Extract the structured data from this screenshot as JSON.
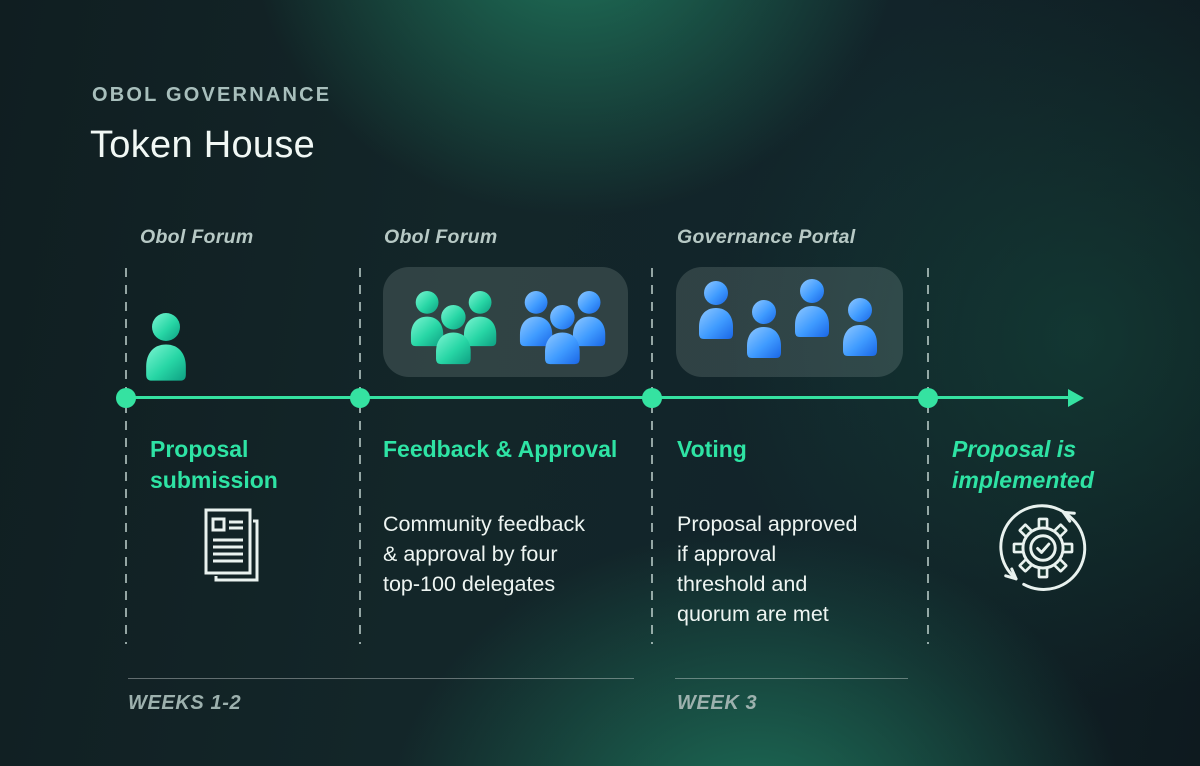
{
  "header": {
    "eyebrow": "OBOL GOVERNANCE",
    "title": "Token House"
  },
  "stages": [
    {
      "platform": "Obol Forum",
      "title": "Proposal\nsubmission",
      "body": "",
      "icon": "document-icon",
      "visual": "person-icon-teal"
    },
    {
      "platform": "Obol Forum",
      "title": "Feedback & Approval",
      "body": "Community feedback\n& approval by four\ntop-100 delegates",
      "icon": "",
      "visual": "user-groups-icon"
    },
    {
      "platform": "Governance Portal",
      "title": "Voting",
      "body": "Proposal approved\nif approval\nthreshold and\nquorum are met",
      "icon": "",
      "visual": "voters-icon"
    },
    {
      "platform": "",
      "title": "Proposal is\nimplemented",
      "body": "",
      "icon": "gear-cycle-icon",
      "visual": ""
    }
  ],
  "timeline": {
    "dots": 4,
    "arrow_icon": "arrow-right-icon"
  },
  "footer": {
    "ranges": [
      {
        "label": "WEEKS 1-2"
      },
      {
        "label": "WEEK 3"
      }
    ]
  },
  "colors": {
    "accent_green": "#2ee3a4",
    "timeline_green": "#35e2a1",
    "person_teal": "#27d6a5",
    "person_blue": "#3f9bff",
    "background_dark": "#0e1b1e",
    "background_glow": "#1e7c5f",
    "text_primary": "#eef5f2",
    "text_muted": "#b7c9c5"
  }
}
